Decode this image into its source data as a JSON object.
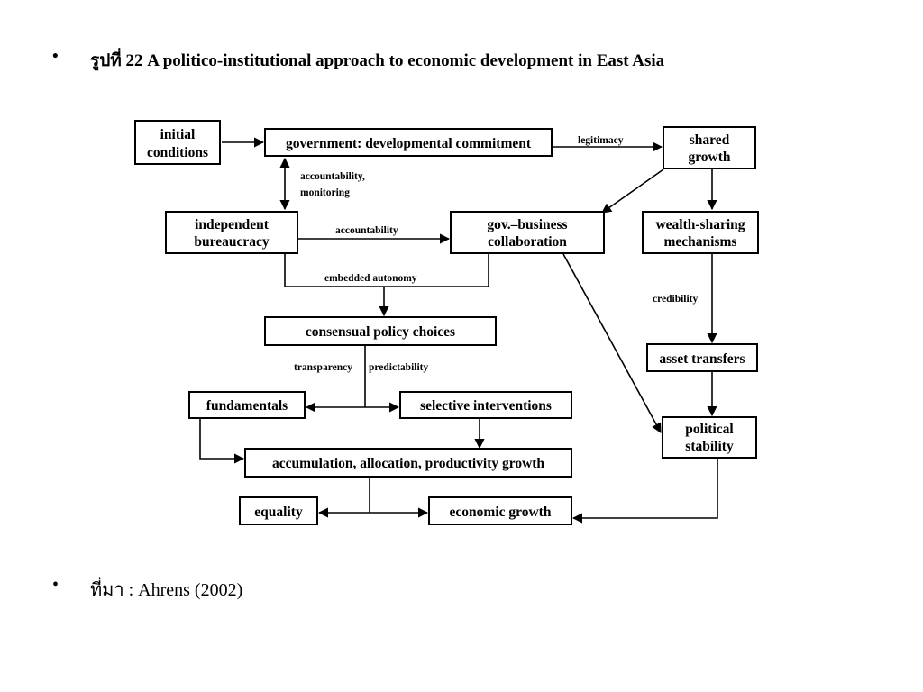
{
  "title": {
    "bullet": "•",
    "text": "รูปที่ 22 A politico-institutional approach to economic development in East Asia"
  },
  "source": {
    "bullet": "•",
    "text": "ที่มา : Ahrens (2002)"
  },
  "diagram": {
    "boxes": {
      "initial_conditions": [
        "initial",
        "conditions"
      ],
      "government": [
        "government: developmental commitment"
      ],
      "shared_growth": [
        "shared",
        "growth"
      ],
      "independent_bureaucracy": [
        "independent",
        "bureaucracy"
      ],
      "gov_business": [
        "gov.–business",
        "collaboration"
      ],
      "wealth_sharing": [
        "wealth-sharing",
        "mechanisms"
      ],
      "consensual_policy": [
        "consensual policy choices"
      ],
      "asset_transfers": [
        "asset transfers"
      ],
      "fundamentals": [
        "fundamentals"
      ],
      "selective_interventions": [
        "selective interventions"
      ],
      "political_stability": [
        "political",
        "stability"
      ],
      "accumulation": [
        "accumulation, allocation, productivity growth"
      ],
      "equality": [
        "equality"
      ],
      "economic_growth": [
        "economic growth"
      ]
    },
    "edge_labels": {
      "legitimacy": "legitimacy",
      "accountability_monitoring": [
        "accountability,",
        "monitoring"
      ],
      "accountability": "accountability",
      "embedded_autonomy": "embedded autonomy",
      "credibility": "credibility",
      "transparency": "transparency",
      "predictability": "predictability"
    }
  }
}
